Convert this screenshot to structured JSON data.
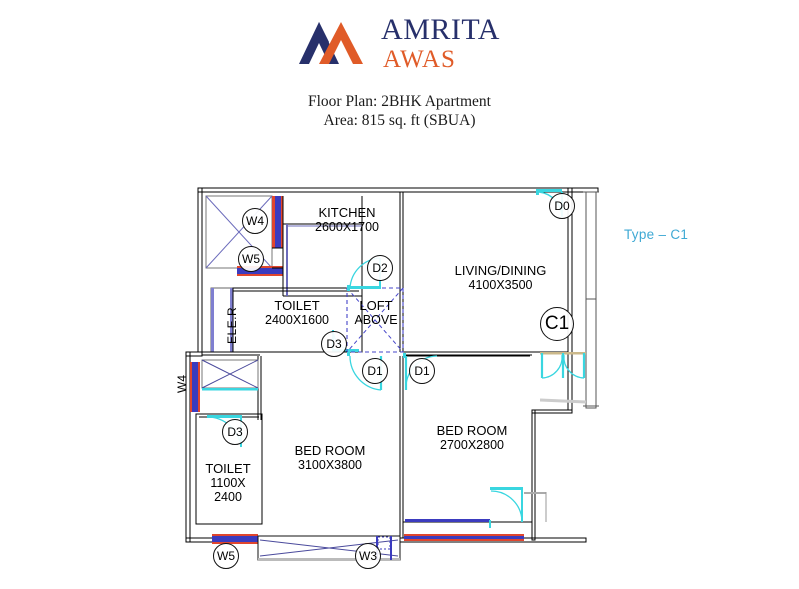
{
  "logo": {
    "icon": "double-chevron-mountain-logo",
    "brand_primary": "AMRITA",
    "brand_secondary": "AWAS",
    "navy": "#27306b",
    "orange": "#e05b28"
  },
  "title": {
    "line1": "Floor Plan: 2BHK Apartment",
    "line2": "Area: 815 sq. ft (SBUA)"
  },
  "plan": {
    "type_label": "Type – C1",
    "type_label_color": "#3fa9d4",
    "unit_tag": "C1",
    "rooms": [
      {
        "name": "KITCHEN",
        "dim": "2600X1700"
      },
      {
        "name": "LIVING/DINING",
        "dim": "4100X3500"
      },
      {
        "name": "TOILET",
        "dim": "2400X1600"
      },
      {
        "name": "LOFT",
        "dim": "ABOVE"
      },
      {
        "name": "BED ROOM",
        "dim": "3100X3800"
      },
      {
        "name": "BED ROOM",
        "dim": "2700X2800"
      },
      {
        "name": "TOILET",
        "dim": "1100X",
        "dim2": "2400"
      }
    ],
    "shaft_label": "ELE.R",
    "doors": [
      {
        "id": "D0"
      },
      {
        "id": "D2"
      },
      {
        "id": "D3"
      },
      {
        "id": "D1"
      },
      {
        "id": "D1"
      },
      {
        "id": "D3"
      }
    ],
    "windows": [
      {
        "id": "W4"
      },
      {
        "id": "W5"
      },
      {
        "id": "W4"
      },
      {
        "id": "W5"
      },
      {
        "id": "W3"
      }
    ],
    "colors": {
      "wall": "#000000",
      "door_swing": "#39d6e0",
      "window": "#3b3bbf",
      "window_red": "#e0462e",
      "loft_dash": "#4444c8",
      "balcony_hatch": "#6b6bbb"
    }
  }
}
